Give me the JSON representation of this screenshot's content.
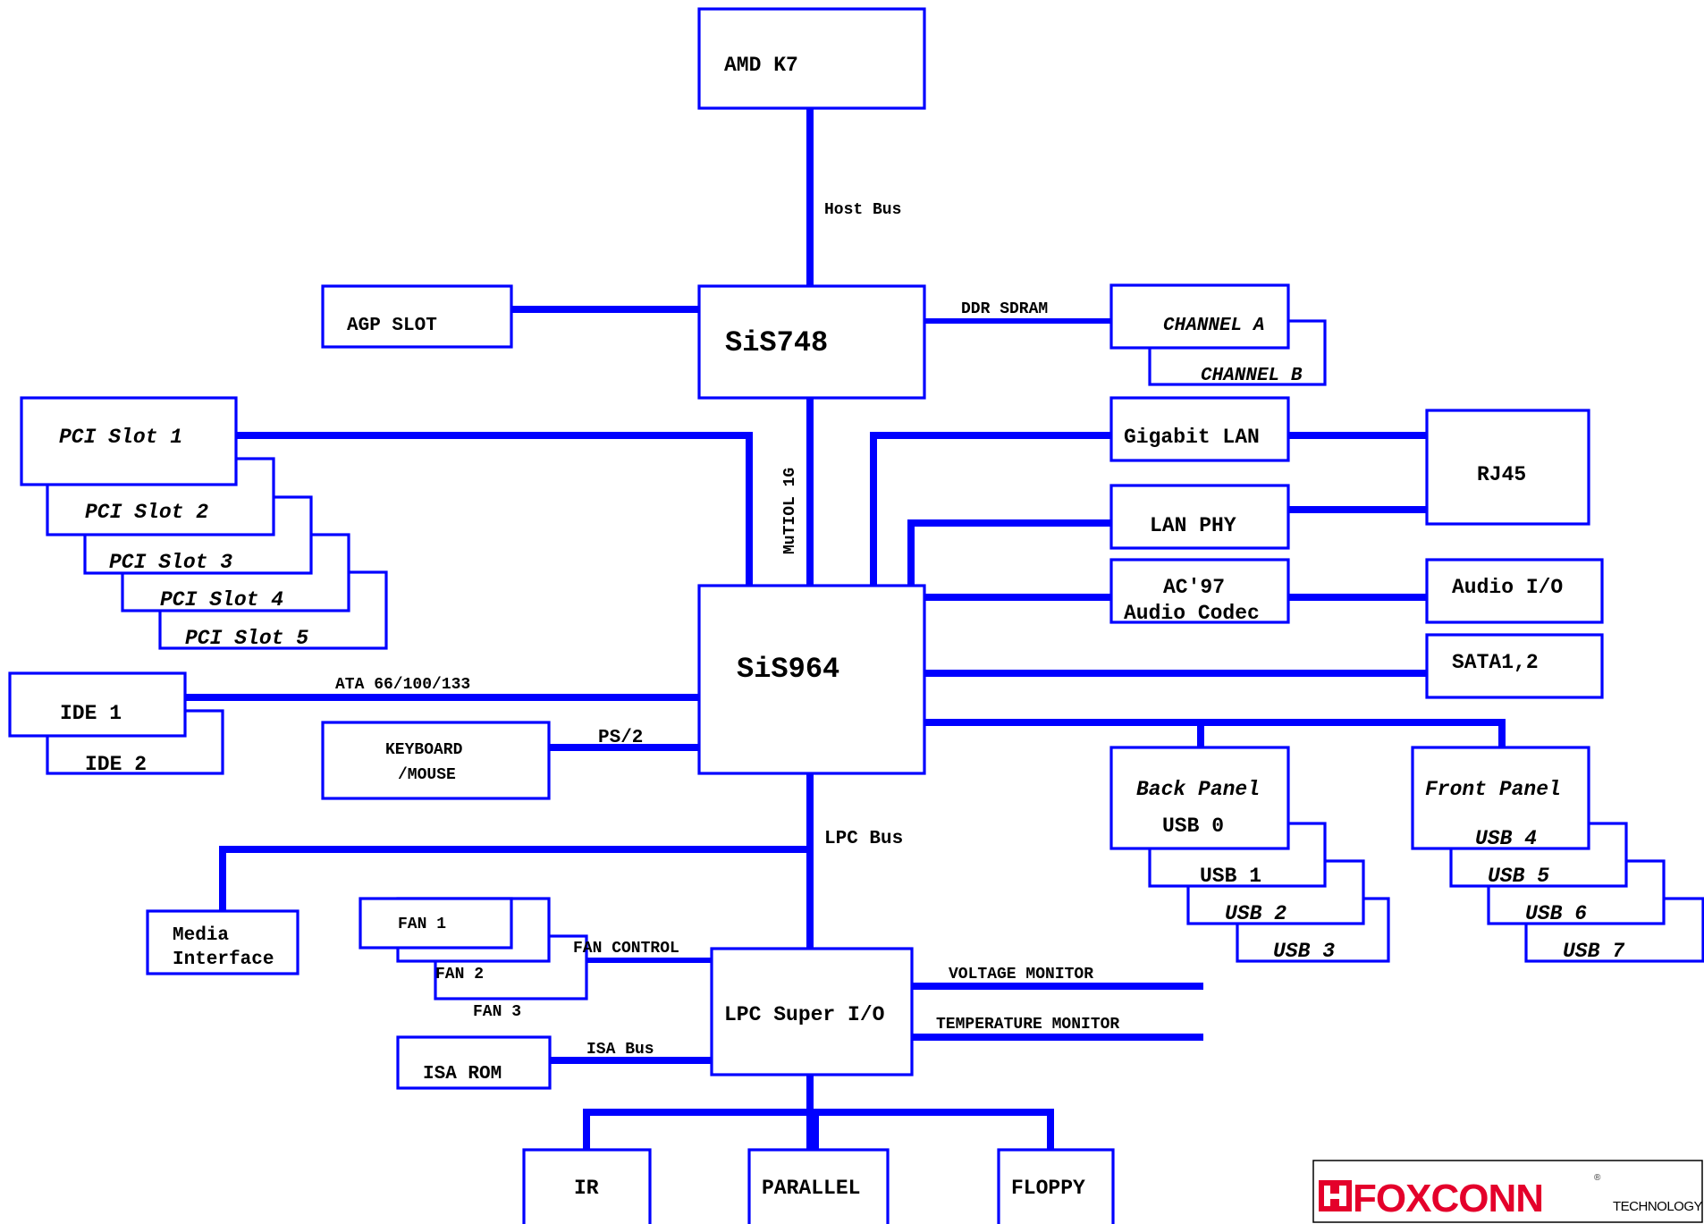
{
  "colors": {
    "line": "#0000ff",
    "box_border": "#0000ff",
    "text": "#000000",
    "logo_red": "#e4002b"
  },
  "blocks": {
    "cpu": "AMD K7",
    "north_bridge": "SiS748",
    "agp": "AGP SLOT",
    "channel_a": "CHANNEL A",
    "channel_b": "CHANNEL B",
    "south_bridge": "SiS964",
    "pci_slots": [
      "PCI Slot 1",
      "PCI Slot 2",
      "PCI Slot 3",
      "PCI Slot 4",
      "PCI Slot 5"
    ],
    "gigabit_lan": "Gigabit LAN",
    "lan_phy": "LAN PHY",
    "rj45": "RJ45",
    "ac97_line1": "AC'97",
    "ac97_line2": "Audio Codec",
    "audio_io": "Audio I/O",
    "sata": "SATA1,2",
    "ide1": "IDE 1",
    "ide2": "IDE 2",
    "keyboard_line1": "KEYBOARD",
    "keyboard_line2": "/MOUSE",
    "back_panel_title": "Back Panel",
    "back_usb": [
      "USB 0",
      "USB 1",
      "USB 2",
      "USB 3"
    ],
    "front_panel_title": "Front Panel",
    "front_usb": [
      "USB 4",
      "USB 5",
      "USB 6",
      "USB 7"
    ],
    "media_line1": "Media",
    "media_line2": "Interface",
    "fans": [
      "FAN 1",
      "FAN 2",
      "FAN 3"
    ],
    "super_io": "LPC Super I/O",
    "isa_rom": "ISA ROM",
    "ir": "IR",
    "parallel": "PARALLEL",
    "floppy": "FLOPPY"
  },
  "bus_labels": {
    "host_bus": "Host Bus",
    "ddr_sdram": "DDR SDRAM",
    "mutiol": "MuTIOL 1G",
    "ata": "ATA 66/100/133",
    "ps2": "PS/2",
    "lpc_bus": "LPC Bus",
    "fan_control": "FAN CONTROL",
    "isa_bus": "ISA Bus",
    "voltage_monitor": "VOLTAGE MONITOR",
    "temperature_monitor": "TEMPERATURE MONITOR"
  },
  "logo": {
    "brand": "FOXCONN",
    "tagline": "TECHNOLOGY",
    "registered": "®"
  }
}
